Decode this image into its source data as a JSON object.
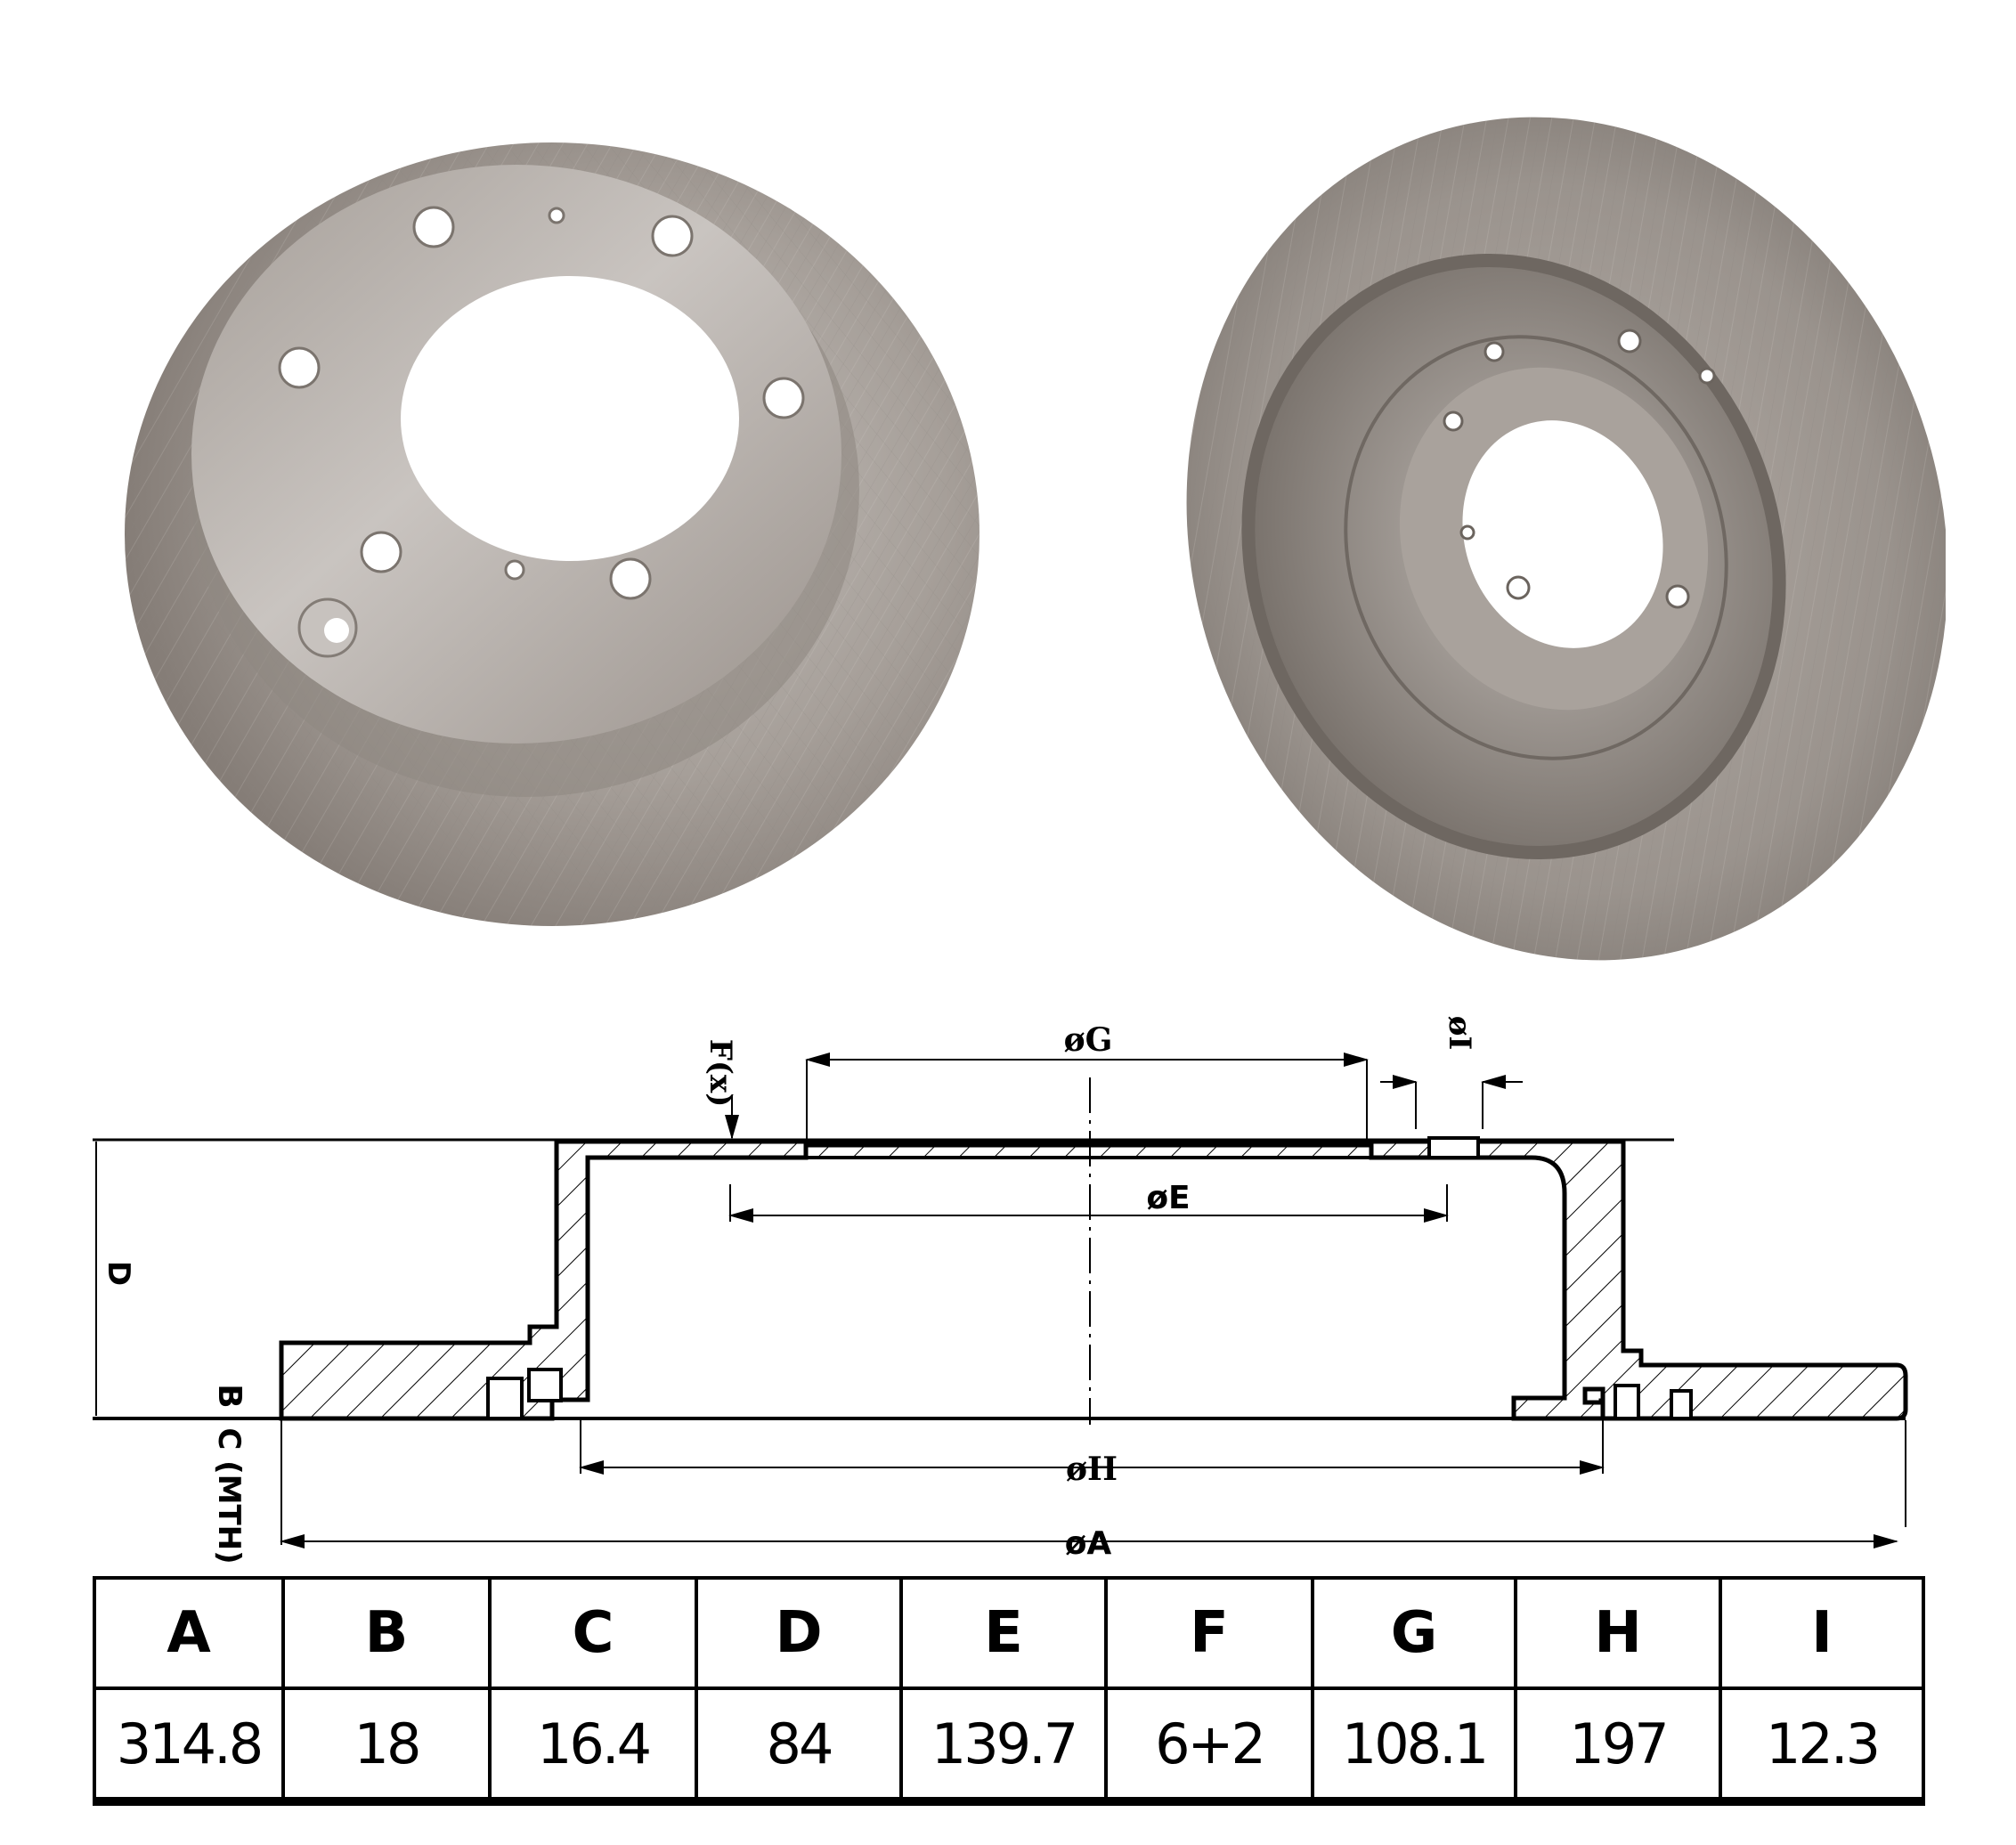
{
  "photos": [
    {
      "name": "brake-disc-hub-side-view",
      "description": "Solid brake rotor, hat side up, 6 bolt holes + 2 small holes"
    },
    {
      "name": "brake-disc-back-side-view",
      "description": "Solid brake rotor, back side, recessed hat"
    }
  ],
  "diagram": {
    "labels": {
      "G": "øG",
      "E": "øE",
      "H": "øH",
      "A": "øA",
      "I": "øI",
      "F": "F(x)",
      "D": "D",
      "B": "B",
      "C": "C (MTH)"
    }
  },
  "colors": {
    "metal_light": "#b8b2ae",
    "metal_mid": "#9c958f",
    "metal_dark": "#6f6862",
    "line": "#000000"
  },
  "spec_table": {
    "headers": [
      "A",
      "B",
      "C",
      "D",
      "E",
      "F",
      "G",
      "H",
      "I"
    ],
    "values": [
      "314.8",
      "18",
      "16.4",
      "84",
      "139.7",
      "6+2",
      "108.1",
      "197",
      "12.3"
    ]
  }
}
